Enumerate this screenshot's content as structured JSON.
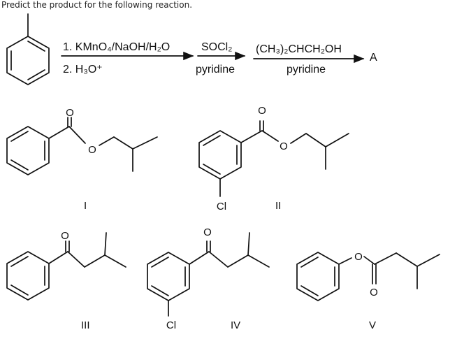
{
  "question": "Predict the product for the following reaction.",
  "reaction": {
    "step1": {
      "line1": "1. KMnO₄/NaOH/H₂O",
      "line2": "2. H₃O⁺"
    },
    "step2": {
      "reagent": "SOCl₂",
      "solvent": "pyridine"
    },
    "step3": {
      "reagent": "(CH₃)₂CHCH₂OH",
      "solvent": "pyridine"
    },
    "product_label": "A"
  },
  "atoms": {
    "oxygen": "O",
    "chlorine": "Cl"
  },
  "options": [
    {
      "label": "I"
    },
    {
      "label": "II"
    },
    {
      "label": "III"
    },
    {
      "label": "IV"
    },
    {
      "label": "V"
    }
  ]
}
